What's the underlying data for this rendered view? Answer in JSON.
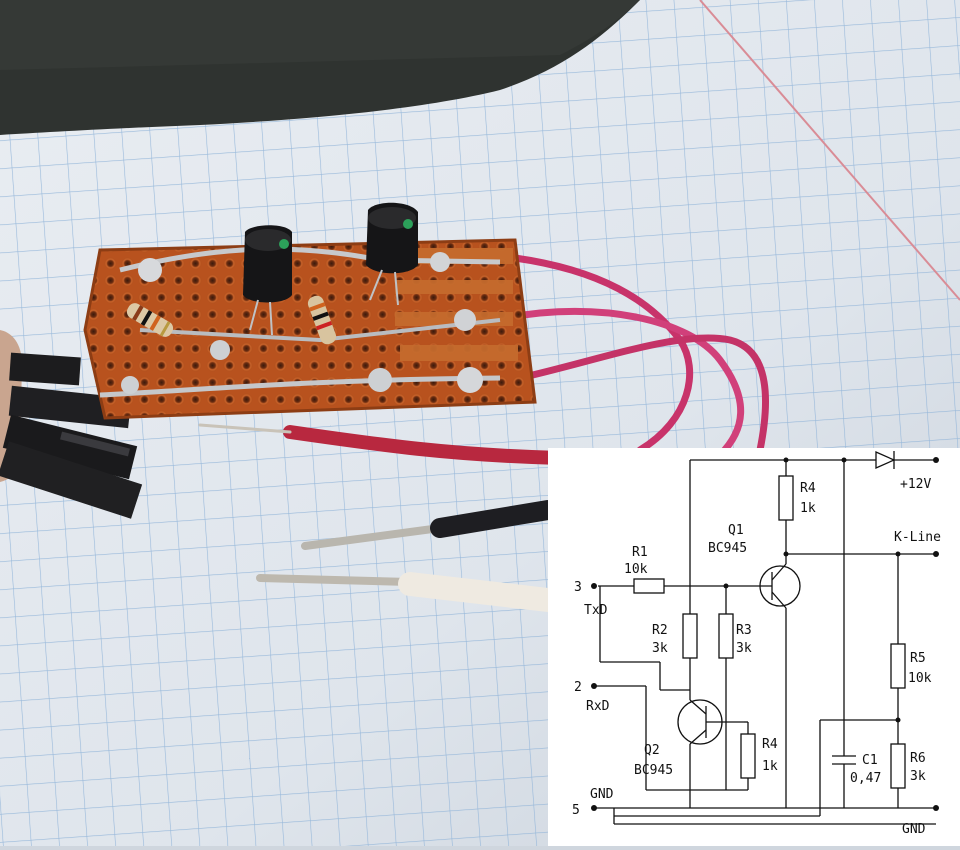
{
  "schematic": {
    "pins": {
      "pin3_number": "3",
      "pin3_label": "TxD",
      "pin2_number": "2",
      "pin2_label": "RxD",
      "pin5_number": "5",
      "pin5_label": "GND",
      "supply_label": "+12V",
      "kline_label": "K-Line",
      "gnd_right_label": "GND"
    },
    "components": {
      "r1_name": "R1",
      "r1_value": "10k",
      "r2_name": "R2",
      "r2_value": "3k",
      "r3_name": "R3",
      "r3_value": "3k",
      "r4_top_name": "R4",
      "r4_top_value": "1k",
      "r4_bottom_name": "R4",
      "r4_bottom_value": "1k",
      "r5_name": "R5",
      "r5_value": "10k",
      "r6_name": "R6",
      "r6_value": "3k",
      "c1_name": "C1",
      "c1_value": "0,47",
      "q1_name": "Q1",
      "q1_part": "BC945",
      "q2_name": "Q2",
      "q2_part": "BC945"
    }
  }
}
